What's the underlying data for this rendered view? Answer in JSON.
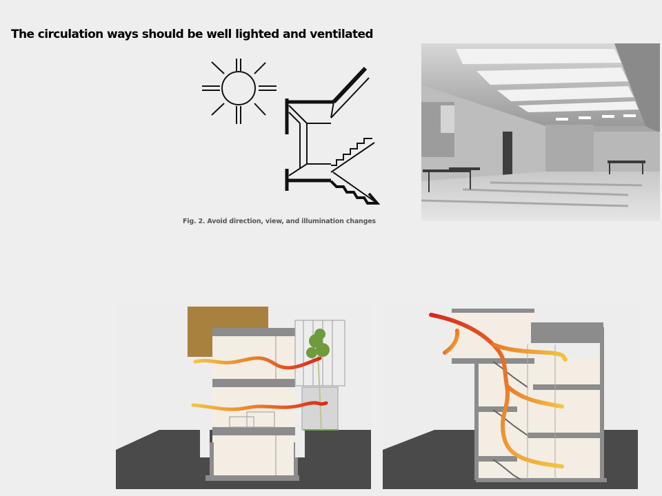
{
  "slide": {
    "title": "The circulation ways should be well lighted and ventilated",
    "figure_caption": "Fig. 2. Avoid direction, view, and illumination changes",
    "images": [
      {
        "id": "sun-stair-diagram",
        "description": "Line drawing of sun and stairwell"
      },
      {
        "id": "corridor-photo",
        "description": "Black and white photo of a lit corridor"
      },
      {
        "id": "section-ventilation-left",
        "description": "Building section with cross ventilation airflow"
      },
      {
        "id": "section-ventilation-right",
        "description": "Building section with stack ventilation through stairwell"
      }
    ]
  },
  "colors": {
    "background": "#eeeeee",
    "ground": "#4a4a4a",
    "slab": "#8c8c8c",
    "interior": "#f3ede3",
    "wood_panel": "#a8813f",
    "airflow_hot": "#d8281c",
    "airflow_mid": "#e9792a",
    "airflow_cool": "#f2c542"
  }
}
